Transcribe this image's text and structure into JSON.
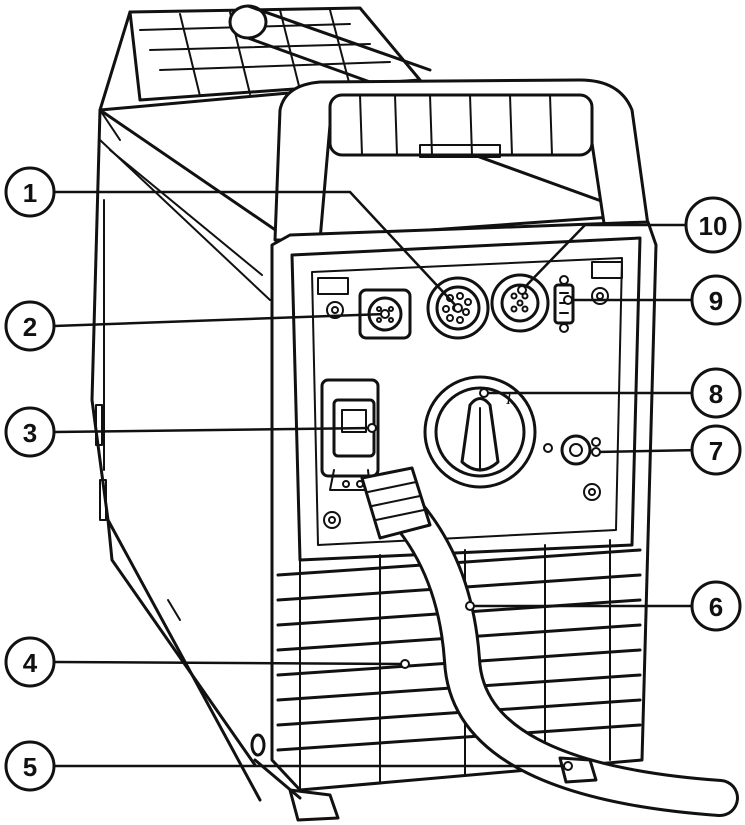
{
  "callouts": [
    {
      "id": "1",
      "label": "1"
    },
    {
      "id": "2",
      "label": "2"
    },
    {
      "id": "3",
      "label": "3"
    },
    {
      "id": "4",
      "label": "4"
    },
    {
      "id": "5",
      "label": "5"
    },
    {
      "id": "6",
      "label": "6"
    },
    {
      "id": "7",
      "label": "7"
    },
    {
      "id": "8",
      "label": "8"
    },
    {
      "id": "9",
      "label": "9"
    },
    {
      "id": "10",
      "label": "10"
    }
  ],
  "switch_mark": "I"
}
